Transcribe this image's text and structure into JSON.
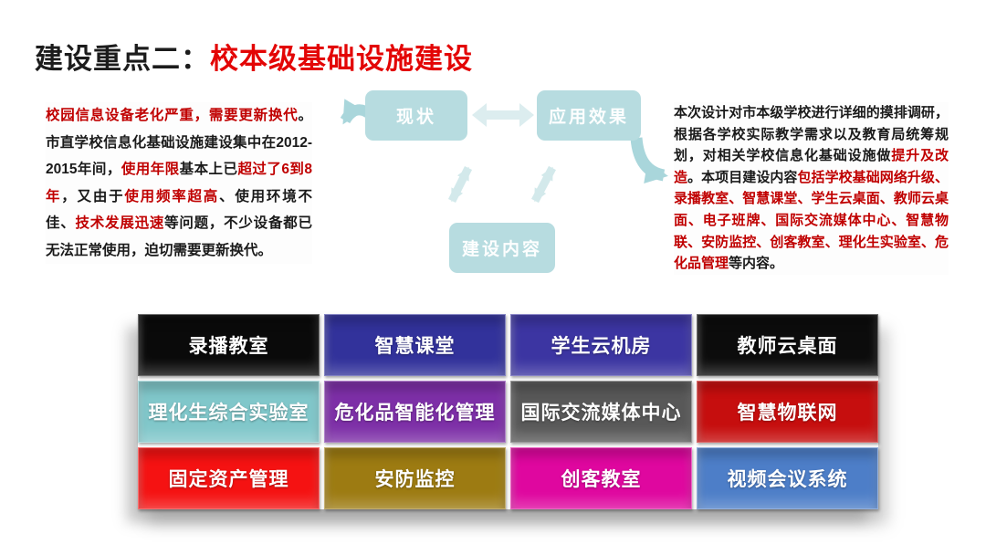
{
  "title": {
    "prefix": "建设重点二：",
    "highlight": "校本级基础设施建设"
  },
  "left_panel": {
    "segments": [
      {
        "t": "校园信息设备老化严重，需要更新换代",
        "c": "red"
      },
      {
        "t": "。市直学校信息化基础设施建设集中在2012-2015年间，",
        "c": "black"
      },
      {
        "t": "使用年限",
        "c": "red"
      },
      {
        "t": "基本上已",
        "c": "black"
      },
      {
        "t": "超过了6到8年",
        "c": "red"
      },
      {
        "t": "，又由于",
        "c": "black"
      },
      {
        "t": "使用频率超高",
        "c": "red"
      },
      {
        "t": "、使用环境不佳、",
        "c": "black"
      },
      {
        "t": "技术发展迅速",
        "c": "red"
      },
      {
        "t": "等问题，不少设备都已无法正常使用，迫切需要更新换代。",
        "c": "black"
      }
    ]
  },
  "right_panel": {
    "segments": [
      {
        "t": "本次设计对市本级学校进行详细的摸排调研，根据各学校实际教学需求以及教育局统筹规划，对相关学校信息化基础设施做",
        "c": "black"
      },
      {
        "t": "提升及改造",
        "c": "red"
      },
      {
        "t": "。本项目建设内容",
        "c": "black"
      },
      {
        "t": "包括学校基础网络升级、录播教室、智慧课堂、学生云桌面、教师云桌面、电子班牌、国际交流媒体中心、智慧物联、安防监控、创客教室、理化生实验室、危化品管理",
        "c": "red"
      },
      {
        "t": "等内容。",
        "c": "black"
      }
    ]
  },
  "diagram": {
    "node_current": "现状",
    "node_effect": "应用效果",
    "node_content": "建设内容"
  },
  "grid": {
    "cells": [
      {
        "label": "录播教室",
        "bg": "#0a0a0a"
      },
      {
        "label": "智慧课堂",
        "bg": "#32329b"
      },
      {
        "label": "学生云机房",
        "bg": "#3c35a2"
      },
      {
        "label": "教师云桌面",
        "bg": "#0c0c0c"
      },
      {
        "label": "理化生综合实验室",
        "bg": "#80c7ca"
      },
      {
        "label": "危化品智能化管理",
        "bg": "#7d2fa7"
      },
      {
        "label": "国际交流媒体中心",
        "bg": "#585858"
      },
      {
        "label": "智慧物联网",
        "bg": "#c60e0e"
      },
      {
        "label": "固定资产管理",
        "bg": "#f51212"
      },
      {
        "label": "安防监控",
        "bg": "#9d7b12"
      },
      {
        "label": "创客教室",
        "bg": "#df079f"
      },
      {
        "label": "视频会议系统",
        "bg": "#4d7ec8"
      }
    ]
  },
  "colors": {
    "title_black": "#1c1c1c",
    "title_red": "#e30505",
    "body_black": "#1a1a1a",
    "body_red": "#c00000",
    "diagram_node": "#b7dce0",
    "diagram_double_arrow": "#dcedef",
    "diagram_diagonal_arrow": "#d3e9eb",
    "diagram_curve_arrow": "#a9d6db"
  }
}
